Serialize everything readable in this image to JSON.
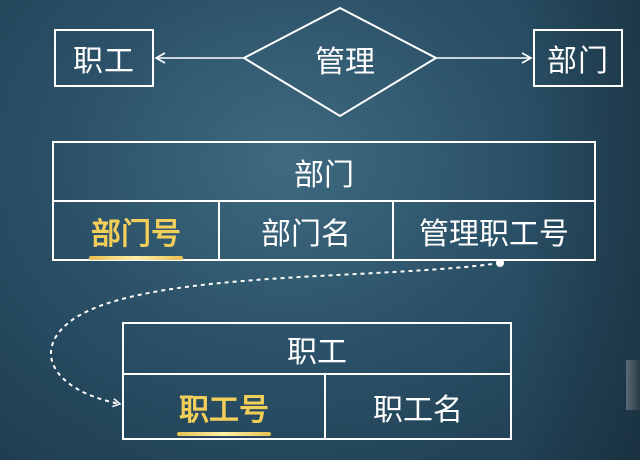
{
  "er": {
    "entity_left": "职工",
    "relationship": "管理",
    "entity_right": "部门"
  },
  "dept_table": {
    "title": "部门",
    "columns": [
      "部门号",
      "部门名",
      "管理职工号"
    ]
  },
  "emp_table": {
    "title": "职工",
    "columns": [
      "职工号",
      "职工名"
    ]
  },
  "colors": {
    "line": "#ffffff",
    "primary_key": "#f3cf5a"
  }
}
